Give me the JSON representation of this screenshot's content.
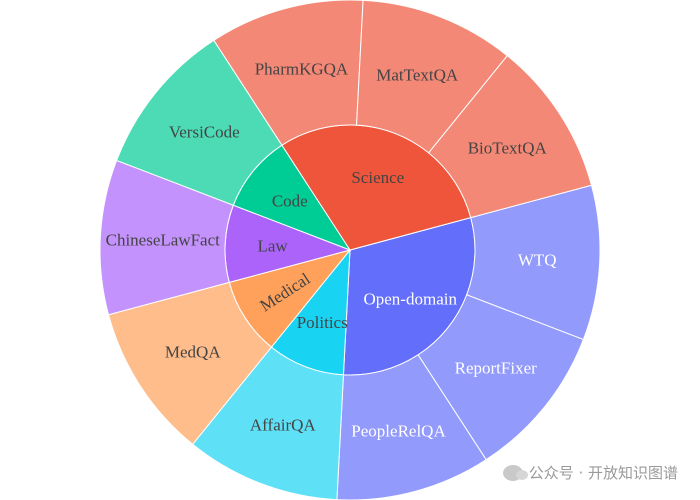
{
  "chart_data": {
    "type": "sunburst",
    "title": "",
    "inner": [
      {
        "label": "Open-domain",
        "value": 3,
        "color": "#636efa"
      },
      {
        "label": "Politics",
        "value": 1,
        "color": "#19d3f3"
      },
      {
        "label": "Medical",
        "value": 1,
        "color": "#ffa15a"
      },
      {
        "label": "Law",
        "value": 1,
        "color": "#ab63fa"
      },
      {
        "label": "Code",
        "value": 1,
        "color": "#00cc96"
      },
      {
        "label": "Science",
        "value": 3,
        "color": "#ef553b"
      }
    ],
    "outer": [
      {
        "label": "WTQ",
        "parent": "Open-domain",
        "value": 1
      },
      {
        "label": "ReportFixer",
        "parent": "Open-domain",
        "value": 1
      },
      {
        "label": "PeopleRelQA",
        "parent": "Open-domain",
        "value": 1
      },
      {
        "label": "AffairQA",
        "parent": "Politics",
        "value": 1
      },
      {
        "label": "MedQA",
        "parent": "Medical",
        "value": 1
      },
      {
        "label": "ChineseLawFact",
        "parent": "Law",
        "value": 1
      },
      {
        "label": "VersiCode",
        "parent": "Code",
        "value": 1
      },
      {
        "label": "PharmKGQA",
        "parent": "Science",
        "value": 1
      },
      {
        "label": "MatTextQA",
        "parent": "Science",
        "value": 1
      },
      {
        "label": "BioTextQA",
        "parent": "Science",
        "value": 1
      }
    ]
  },
  "watermark": {
    "text": "公众号 · 开放知识图谱",
    "icon": "wechat-icon"
  }
}
